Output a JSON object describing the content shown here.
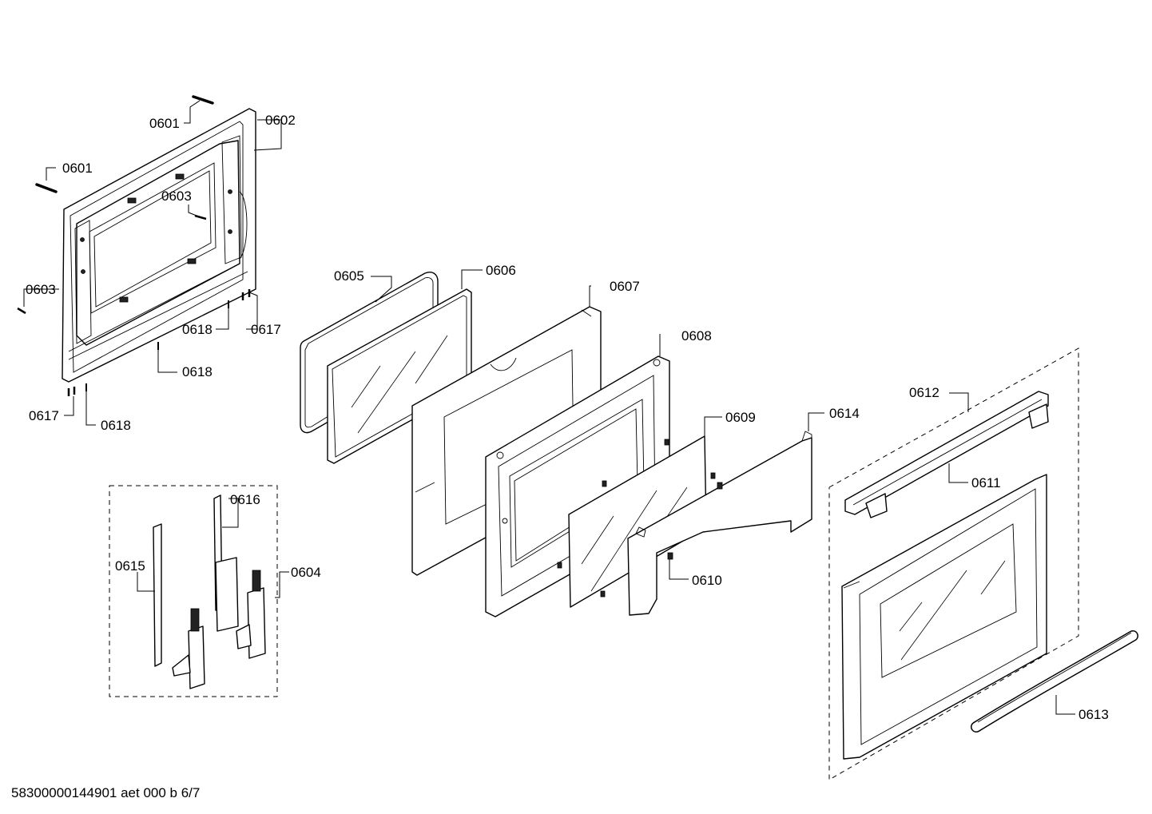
{
  "diagram": {
    "labels": {
      "p0601a": "0601",
      "p0601b": "0601",
      "p0602": "0602",
      "p0603a": "0603",
      "p0603b": "0603",
      "p0604": "0604",
      "p0605": "0605",
      "p0606": "0606",
      "p0607": "0607",
      "p0608": "0608",
      "p0609": "0609",
      "p0610": "0610",
      "p0611": "0611",
      "p0612": "0612",
      "p0613": "0613",
      "p0614": "0614",
      "p0615": "0615",
      "p0616": "0616",
      "p0617a": "0617",
      "p0617b": "0617",
      "p0618a": "0618",
      "p0618b": "0618",
      "p0618c": "0618"
    },
    "footer": "58300000144901 aet 000 b 6/7"
  }
}
